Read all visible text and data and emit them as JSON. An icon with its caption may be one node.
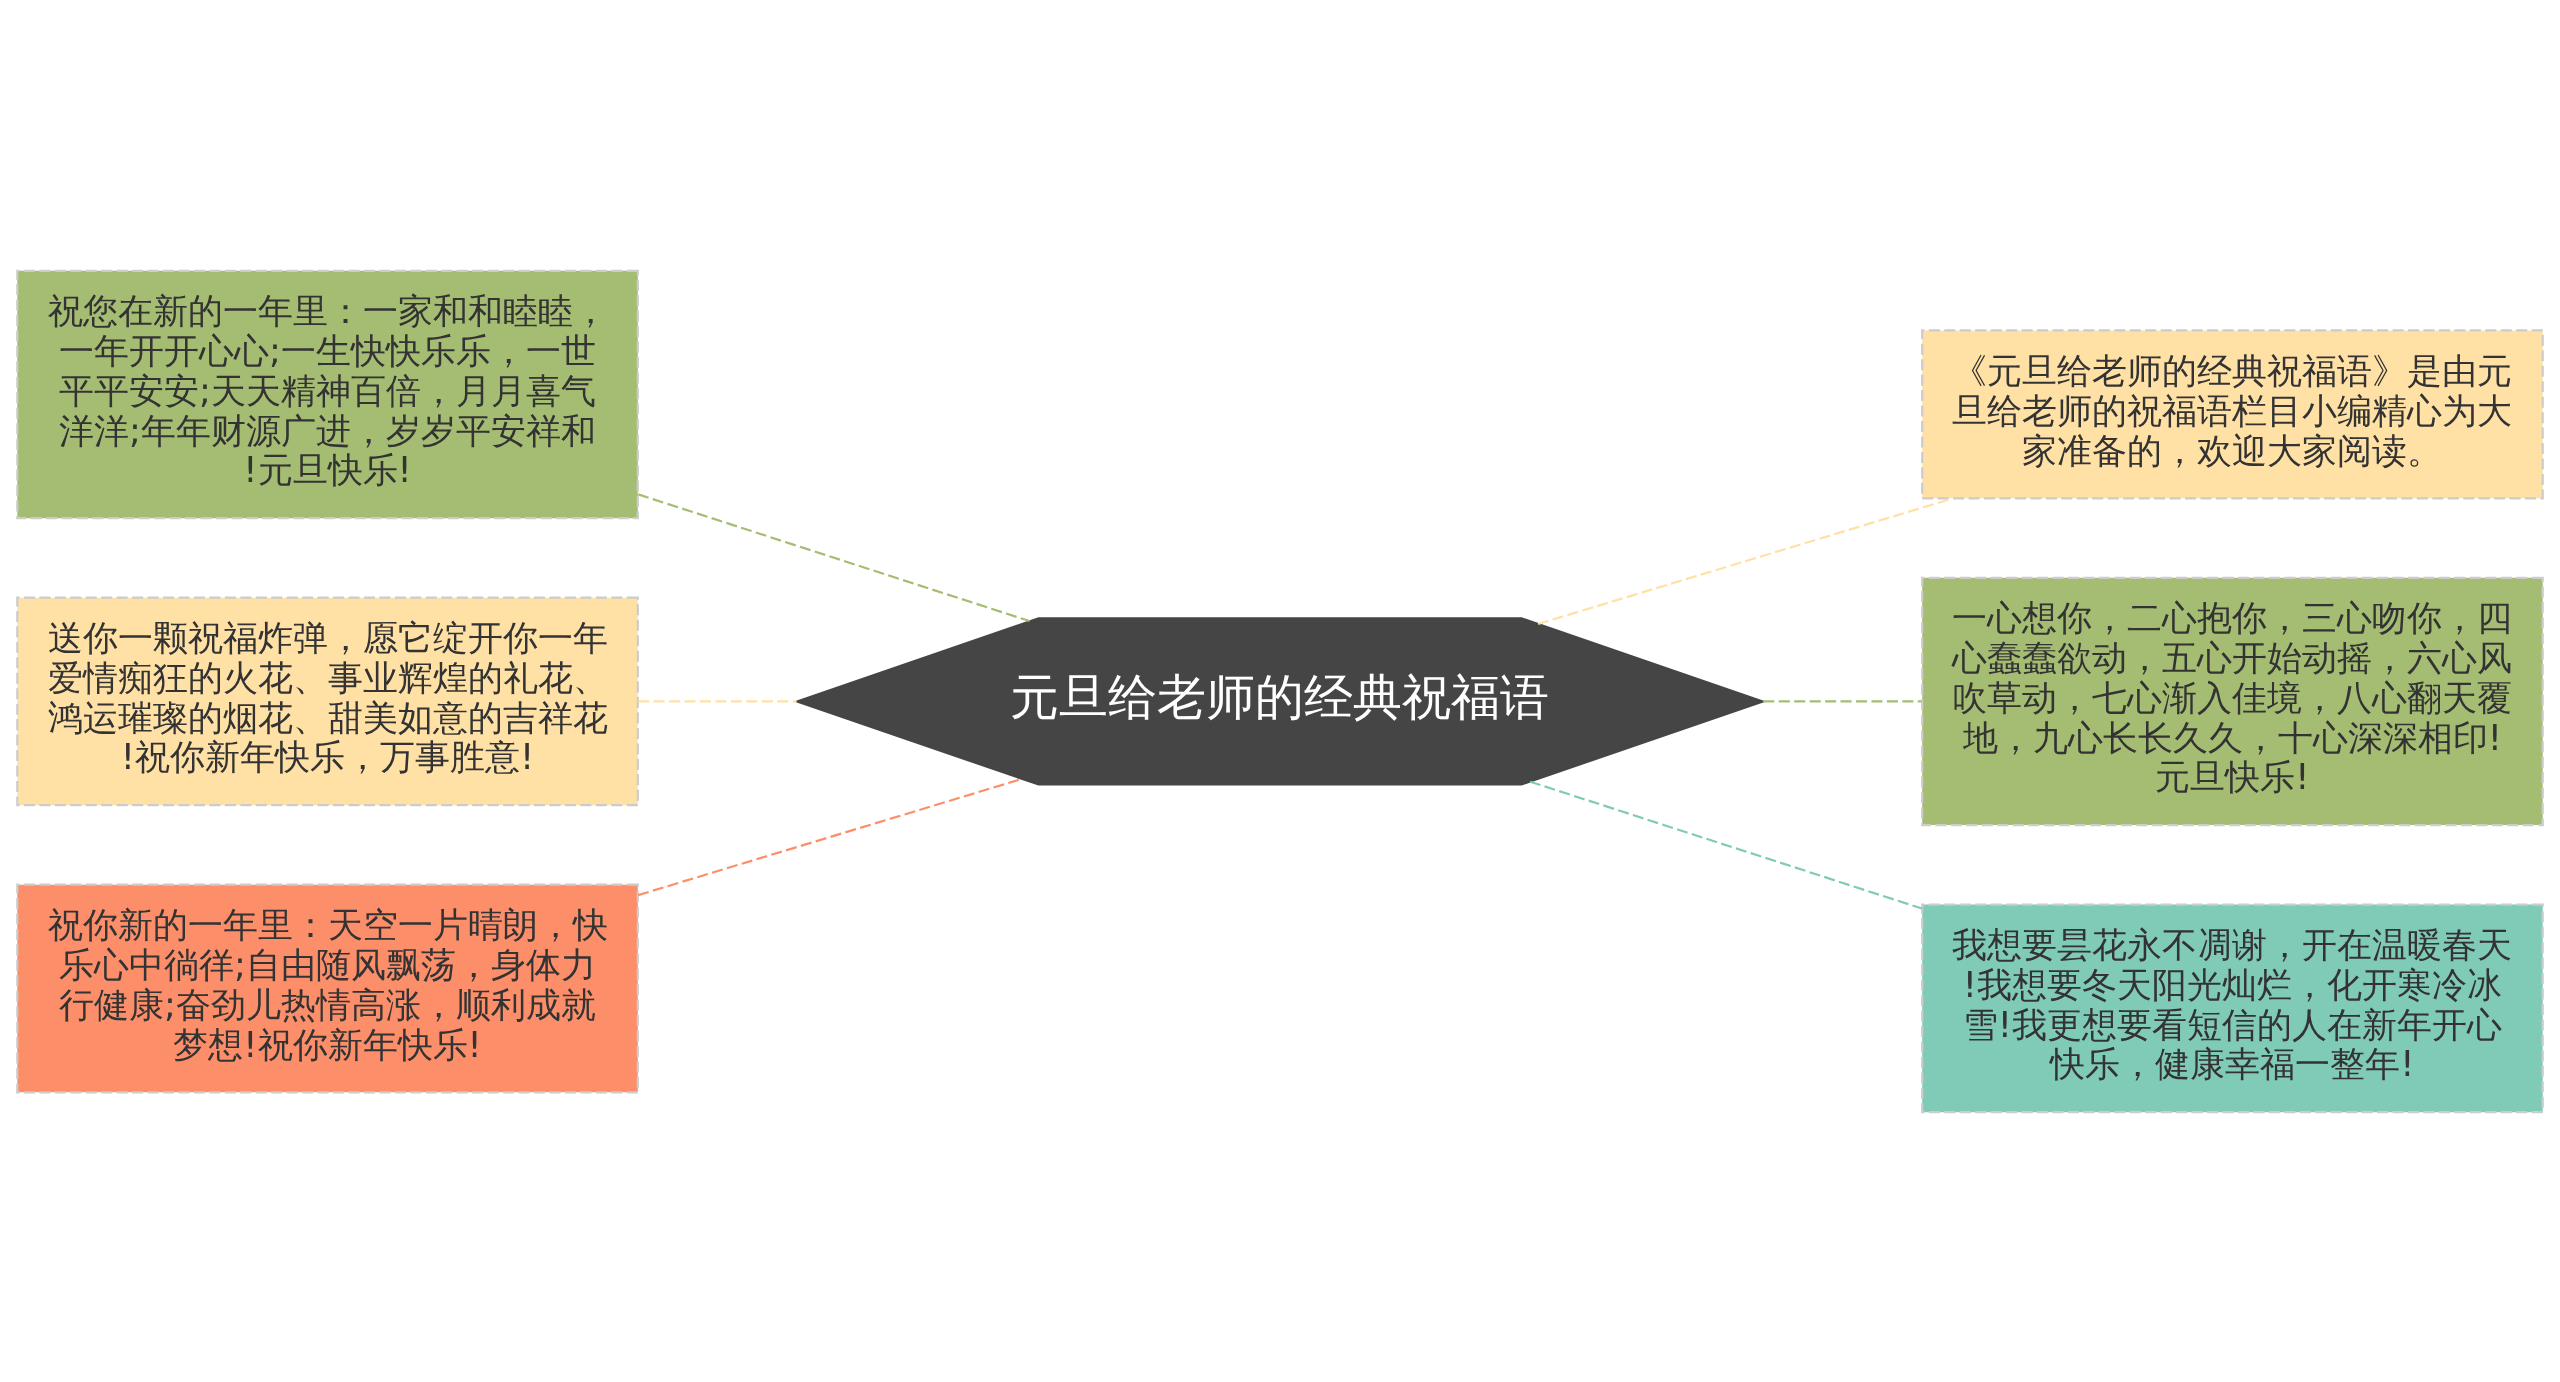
{
  "diagram": {
    "nodes": [
      {
        "text": [
          "元旦给老师的经典祝福语"
        ]
      },
      {
        "text": [
          "祝您在新的一年里：一家和和睦睦，一年开开心心;一生快快乐乐，一世平平安安;天天精神百倍，月月喜气洋洋;年年财源广进，岁岁平安祥和!元旦快乐!"
        ]
      },
      {
        "text": [
          "送你一颗祝福炸弹，愿它绽开你一年爱情痴狂的火花、事业辉煌的礼花、鸿运璀璨的烟花、甜美如意的吉祥花!祝你新年快乐，万事胜意!"
        ]
      },
      {
        "text": [
          "祝你新的一年里：天空一片晴朗，快乐心中徜徉;自由随风飘荡，身体力行健康;奋劲儿热情高涨，顺利成就梦想!祝你新年快乐!"
        ]
      },
      {
        "text": [
          "《元旦给老师的经典祝福语》是由元旦给老师的祝福语栏目小编精心为大家准备的，欢迎大家阅读。"
        ]
      },
      {
        "text": [
          "一心想你，二心抱你，三心吻你，四心蠢蠢欲动，五心开始动摇，六心风吹草动，七心渐入佳境，八心翻天覆地，九心长长久久，十心深深相印!元旦快乐!"
        ]
      },
      {
        "text": [
          "我想要昙花永不凋谢，开在温暖春天!我想要冬天阳光灿烂，化开寒冷冰雪!我更想要看短信的人在新年开心快乐，健康幸福一整年!"
        ]
      }
    ],
    "edges": [
      {
        "from": 0,
        "to": 1,
        "arrow": "none",
        "style": "dashed",
        "color": "#a5bd72"
      },
      {
        "from": 0,
        "to": 2,
        "arrow": "none",
        "style": "dashed",
        "color": "#ffe1a6"
      },
      {
        "from": 0,
        "to": 3,
        "arrow": "none",
        "style": "dashed",
        "color": "#fc8f6a"
      },
      {
        "from": 0,
        "to": 4,
        "arrow": "none",
        "style": "dashed",
        "color": "#ffe1a6"
      },
      {
        "from": 0,
        "to": 5,
        "arrow": "none",
        "style": "dashed",
        "color": "#a5bd72"
      },
      {
        "from": 0,
        "to": 6,
        "arrow": "none",
        "style": "dashed",
        "color": "#80cbb8"
      }
    ]
  }
}
